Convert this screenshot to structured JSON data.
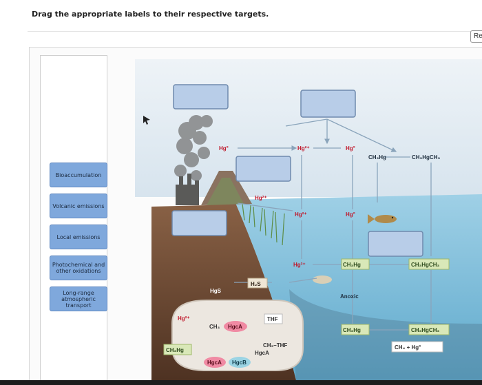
{
  "instruction": "Drag the appropriate labels to their respective targets.",
  "reset_button_label": "Re",
  "labels": [
    "Bioaccumulation",
    "Volcanic emissions",
    "Local emissions",
    "Photochemical and other oxidations",
    "Long-range atmospheric transport"
  ],
  "diagram_text": {
    "hg0_volcano": "Hg°",
    "hg2_air": "Hg²⁺",
    "hg0_air": "Hg°",
    "ch3hg_air": "CH₃Hg",
    "ch3hgch3_air": "CH₃HgCH₃",
    "hg2_runoff": "Hg²⁺",
    "hg2_surface": "Hg²⁺",
    "hg0_surface": "Hg°",
    "hg2_sediment": "Hg²⁺",
    "ch3hg_water": "CH₃Hg",
    "ch3hgch3_water": "CH₃HgCH₃",
    "hgs": "HgS",
    "h2s": "H₂S",
    "anoxic": "Anoxic",
    "hg2_cell": "Hg²⁺",
    "ch3_cell": "CH₃",
    "hgca_cell": "HgcA",
    "thf_cell": "THF",
    "ch3_thf": "CH₃–THF",
    "hgca_cell2": "HgcA",
    "hgca_bottom": "HgcA",
    "hgcb_bottom": "HgcB",
    "ch3hg_cell": "CH₃Hg",
    "ch3hg_deep": "CH₃Hg",
    "ch3hgch3_deep": "CH₃HgCH₃",
    "ch4_hg0": "CH₄ + Hg°"
  },
  "colors": {
    "sky": "#dde9f2",
    "water": "#8fc5df",
    "soil": "#6e4a34",
    "chip": "#7fa8dc",
    "drop_target": "#b8cde8",
    "mercury_red": "#c0172a"
  }
}
